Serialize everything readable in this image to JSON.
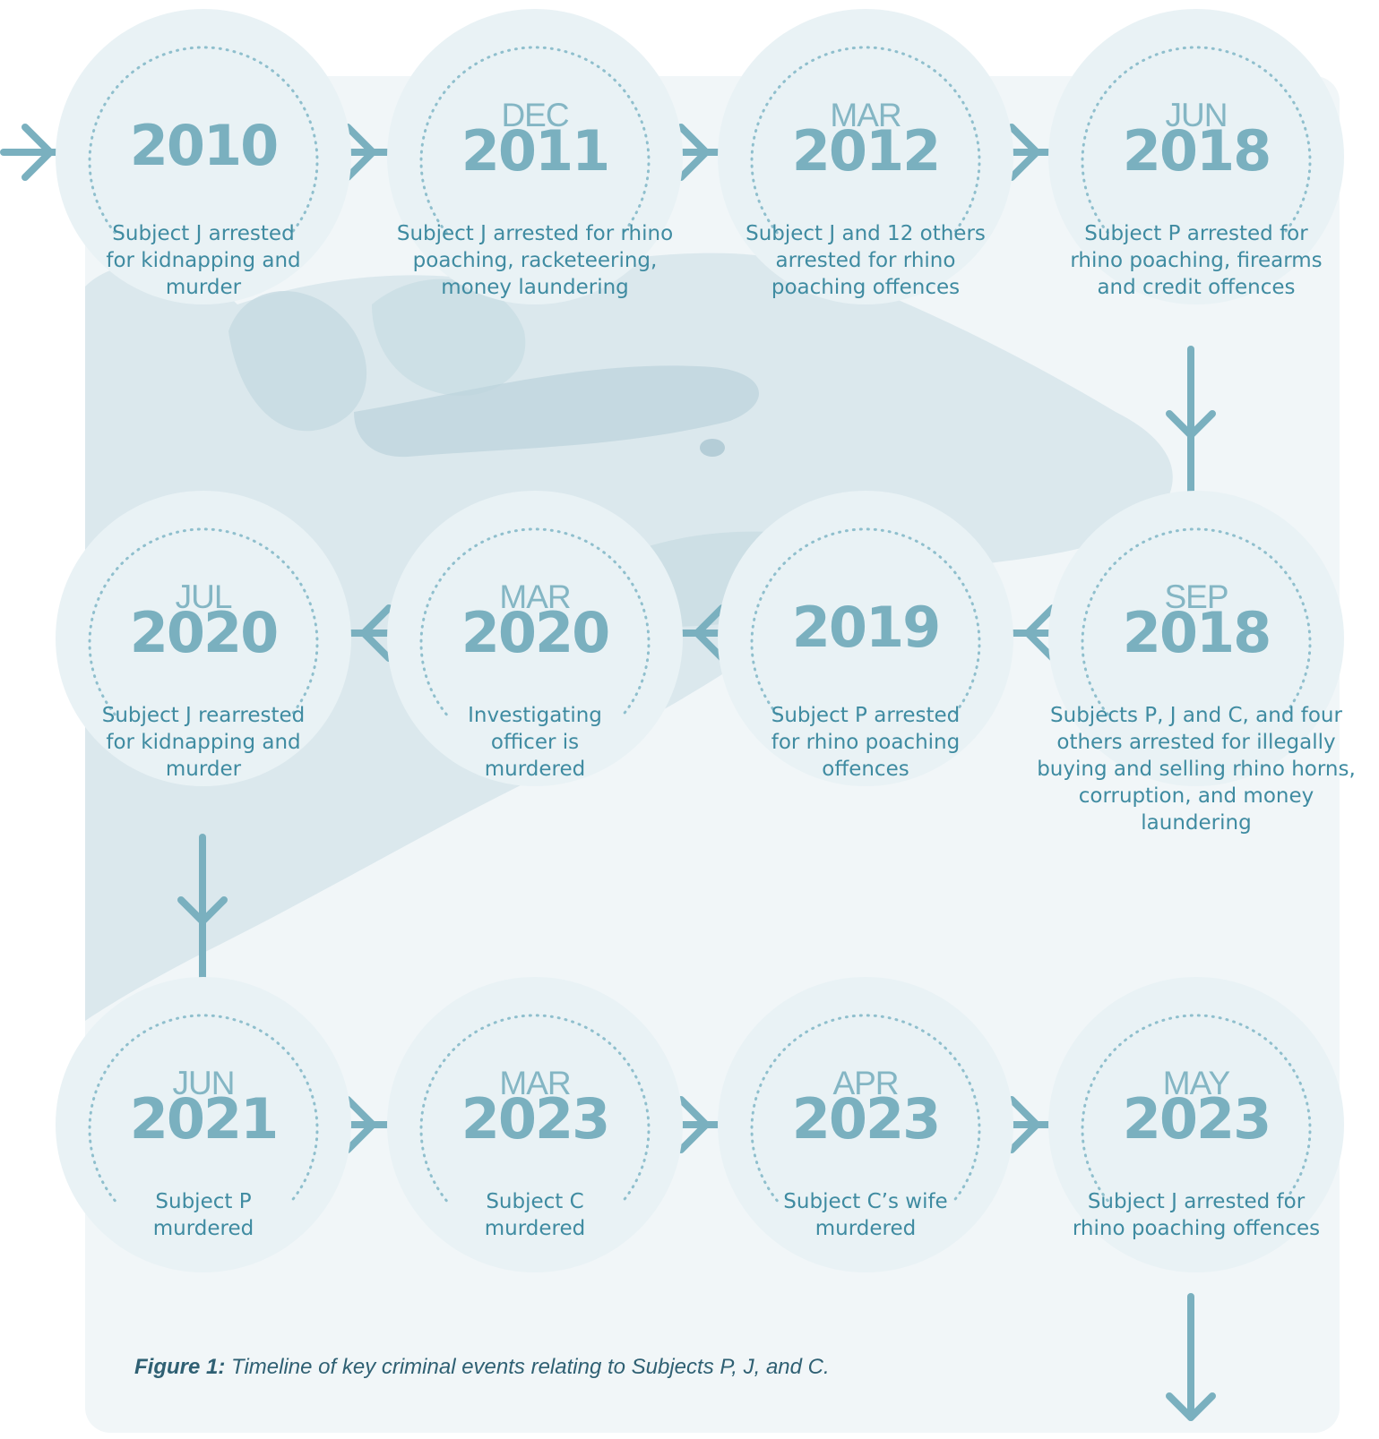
{
  "events": [
    {
      "month": "",
      "year": "2010",
      "description": "Subject J arrested for kidnapping and murder"
    },
    {
      "month": "DEC",
      "year": "2011",
      "description": "Subject J arrested for rhino poaching, racketeering, money laundering"
    },
    {
      "month": "MAR",
      "year": "2012",
      "description": "Subject J and 12 others arrested for rhino poaching offences"
    },
    {
      "month": "JUN",
      "year": "2018",
      "description": "Subject P arrested for rhino poaching, firearms and credit offences"
    },
    {
      "month": "SEP",
      "year": "2018",
      "description": "Subjects P, J and C, and four others arrested for illegally buying and selling rhino horns, corruption, and money laundering"
    },
    {
      "month": "",
      "year": "2019",
      "description": "Subject P arrested for rhino poaching offences"
    },
    {
      "month": "MAR",
      "year": "2020",
      "description": "Investigating officer is murdered"
    },
    {
      "month": "JUL",
      "year": "2020",
      "description": "Subject J rearrested for kidnapping and murder"
    },
    {
      "month": "JUN",
      "year": "2021",
      "description": "Subject P murdered"
    },
    {
      "month": "MAR",
      "year": "2023",
      "description": "Subject C murdered"
    },
    {
      "month": "APR",
      "year": "2023",
      "description": "Subject C’s wife murdered"
    },
    {
      "month": "MAY",
      "year": "2023",
      "description": "Subject J arrested for rhino poaching offences"
    }
  ],
  "caption": {
    "label": "Figure 1:",
    "text": " Timeline of key criminal events relating to Subjects P, J, and C."
  },
  "colors": {
    "circle": "#e9f2f5",
    "year": "#7ab0bf",
    "month": "#84b6c4",
    "description": "#3f8ba1",
    "connector": "#7ab0bf",
    "panel": "#f1f6f8"
  }
}
